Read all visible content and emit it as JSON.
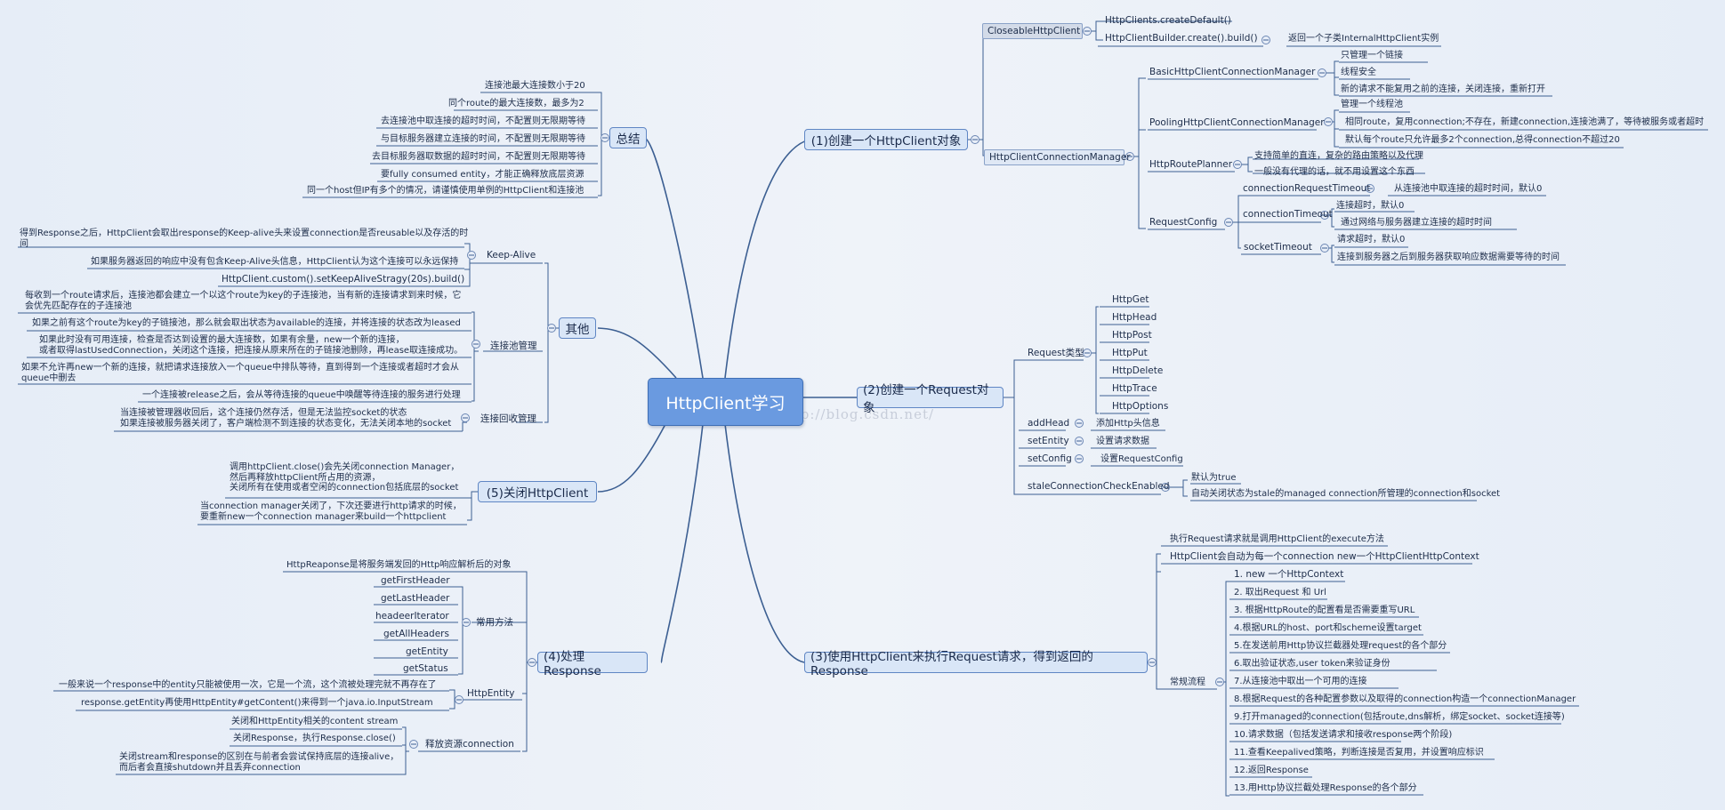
{
  "root": "HttpClient学习",
  "watermark": "http://blog.csdn.net/",
  "b1": {
    "title": "(1)创建一个HttpClient对象",
    "closeable": "CloseableHttpClient",
    "createDefault": "HttpClients.createDefault()",
    "builder": "HttpClientBuilder.create().build()",
    "builder_note": "返回一个子类InternalHttpClient实例",
    "conn_mgr": "HttpClientConnectionManager",
    "basic": "BasicHttpClientConnectionManager",
    "basic_items": [
      "只管理一个链接",
      "线程安全",
      "新的请求不能复用之前的连接，关闭连接，重新打开"
    ],
    "pooling": "PoolingHttpClientConnectionManager",
    "pooling_items": [
      "管理一个线程池",
      "相同route，复用connection;不存在，新建connection,连接池满了，等待被服务或者超时",
      "默认每个route只允许最多2个connection,总得connection不超过20"
    ],
    "route_planner": "HttpRoutePlanner",
    "route_items": [
      "支持简单的直连，复杂的路由策略以及代理",
      "一般没有代理的话，就不用设置这个东西"
    ],
    "request_config": "RequestConfig",
    "crt": "connectionRequestTimeout",
    "crt_note": "从连接池中取连接的超时时间，默认0",
    "ct": "connectionTimeout",
    "ct_items": [
      "连接超时，默认0",
      "通过网络与服务器建立连接的超时时间"
    ],
    "st": "socketTimeout",
    "st_items": [
      "请求超时，默认0",
      "连接到服务器之后到服务器获取响应数据需要等待的时间"
    ]
  },
  "b2": {
    "title": "(2)创建一个Request对象",
    "req_type": "Request类型",
    "methods": [
      "HttpGet",
      "HttpHead",
      "HttpPost",
      "HttpPut",
      "HttpDelete",
      "HttpTrace",
      "HttpOptions"
    ],
    "addHead": "addHead",
    "addHead_note": "添加Http头信息",
    "setEntity": "setEntity",
    "setEntity_note": "设置请求数据",
    "setConfig": "setConfig",
    "setConfig_note": "设置RequestConfig",
    "stale": "staleConnectionCheckEnabled",
    "stale_items": [
      "默认为true",
      "自动关闭状态为stale的managed connection所管理的connection和socket"
    ]
  },
  "b3": {
    "title": "(3)使用HttpClient来执行Request请求，得到返回的Response",
    "n1": "执行Request请求就是调用HttpClient的execute方法",
    "n2": "HttpClient会自动为每一个connection new一个HttpClientHttpContext",
    "flow": "常规流程",
    "steps": [
      "1. new 一个HttpContext",
      "2. 取出Request 和 Url",
      "3. 根据HttpRoute的配置看是否需要重写URL",
      "4.根据URL的host、port和scheme设置target",
      "5.在发送前用Http协议拦截器处理request的各个部分",
      "6.取出验证状态,user token来验证身份",
      "7.从连接池中取出一个可用的连接",
      "8.根据Request的各种配置参数以及取得的connection构造一个connectionManager",
      "9.打开managed的connection(包括route,dns解析，绑定socket、socket连接等)",
      "10.请求数据（包括发送请求和接收response两个阶段)",
      "11.查看Keepalived策略，判断连接是否复用，并设置响应标识",
      "12.返回Response",
      "13.用Http协议拦截处理Response的各个部分"
    ]
  },
  "b4": {
    "title": "(4)处理Response",
    "n1": "HttpReaponse是将服务端发回的Http响应解析后的对象",
    "common": "常用方法",
    "methods": [
      "getFirstHeader",
      "getLastHeader",
      "headeerIterator",
      "getAllHeaders",
      "getEntity",
      "getStatus"
    ],
    "entity": "HttpEntity",
    "entity_items": [
      "一般来说一个response中的entity只能被使用一次，它是一个流，这个流被处理完就不再存在了",
      "response.getEntity再使用HttpEntity#getContent()来得到一个java.io.InputStream"
    ],
    "release": "释放资源connection",
    "release_items": [
      "关闭和HttpEntity相关的content stream",
      "关闭Response，执行Response.close()",
      "关闭stream和response的区别在与前者会尝试保持底层的连接alive，\n而后者会直接shutdown并且丢弃connection"
    ]
  },
  "b5": {
    "title": "(5)关闭HttpClient",
    "items": [
      "调用httpClient.close()会先关闭connection Manager，\n然后再释放httpClient所占用的资源，\n关闭所有在使用或者空闲的connection包括底层的socket",
      "当connection manager关闭了，下次还要进行http请求的时候，\n要重新new一个connection manager来build一个httpclient"
    ]
  },
  "other": {
    "title": "其他",
    "keepalive": "Keep-Alive",
    "keepalive_items": [
      "得到Response之后，HttpClient会取出response的Keep-alive头来设置connection是否reusable以及存活的时间",
      "如果服务器返回的响应中没有包含Keep-Alive头信息，HttpClient认为这个连接可以永远保持",
      "HttpClient.custom().setKeepAliveStragy(20s).build()"
    ],
    "pool": "连接池管理",
    "pool_items": [
      "每收到一个route请求后，连接池都会建立一个以这个route为key的子连接池，当有新的连接请求到来时候，它会优先匹配存在的子连接池",
      "如果之前有这个route为key的子链接池，那么就会取出状态为available的连接，并将连接的状态改为leased",
      "如果此时没有可用连接，检查是否达到设置的最大连接数，如果有余量，new一个新的连接，\n或者取得lastUsedConnection，关闭这个连接，把连接从原来所在的子链接池删除，再lease取连接成功。",
      "如果不允许再new一个新的连接，就把请求连接放入一个queue中排队等待，直到得到一个连接或者超时才会从queue中删去",
      "一个连接被release之后，会从等待连接的queue中唤醒等待连接的服务进行处理"
    ],
    "recycle": "连接回收管理",
    "recycle_items": [
      "当连接被管理器收回后，这个连接仍然存活，但是无法监控socket的状态\n如果连接被服务器关闭了，客户端检测不到连接的状态变化，无法关闭本地的socket"
    ]
  },
  "summary": {
    "title": "总结",
    "items": [
      "连接池最大连接数小于20",
      "同个route的最大连接数，最多为2",
      "去连接池中取连接的超时时间，不配置则无限期等待",
      "与目标服务器建立连接的时间，不配置则无限期等待",
      "去目标服务器取数据的超时时间，不配置则无限期等待",
      "要fully consumed entity，才能正确释放底层资源",
      "同一个host但IP有多个的情况，请谨慎使用单例的HttpClient和连接池"
    ]
  }
}
